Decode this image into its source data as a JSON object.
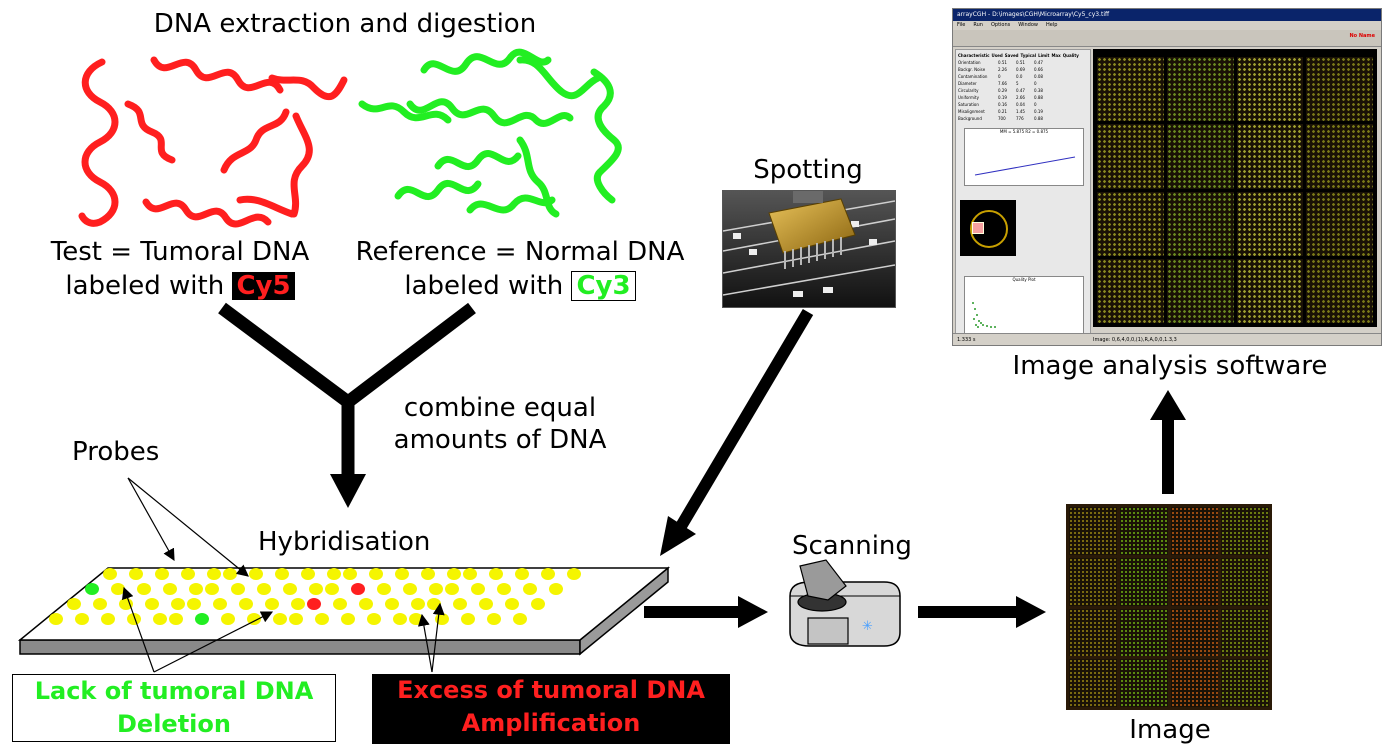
{
  "title": "DNA extraction and digestion",
  "test_label": {
    "line1": "Test = Tumoral DNA",
    "line2": "labeled with",
    "dye": "Cy5"
  },
  "reference_label": {
    "line1": "Reference = Normal DNA",
    "line2": "labeled with",
    "dye": "Cy3"
  },
  "combine": {
    "line1": "combine equal",
    "line2": "amounts of DNA"
  },
  "spotting": "Spotting",
  "software": {
    "caption": "Image analysis software",
    "window_title": "arrayCGH - D:\\images\\CGH\\Microarray\\Cy5_cy3.tiff",
    "menu": [
      "File",
      "Run",
      "Options",
      "Window",
      "Help"
    ],
    "no_name": "No Name",
    "plot_title": "MM = 5.875 R2 = 0.875",
    "quality_plot": "Quality Plot",
    "table_headers": [
      "Characteristic",
      "Used",
      "Saved",
      "Typical",
      "Limit",
      "Max",
      "Quality"
    ],
    "table_rows": [
      [
        "Orientation",
        "0.51",
        "0.51",
        "0.47"
      ],
      [
        "Backgr. Noise",
        "2.26",
        "0.69",
        "0.66"
      ],
      [
        "Contamination",
        "0",
        "0.0",
        "0.08"
      ],
      [
        "Diameter",
        "7.66",
        "5",
        "0"
      ],
      [
        "Circularity",
        "0.29",
        "0.47",
        "0.38"
      ],
      [
        "Uniformity",
        "0.19",
        "2.66",
        "0.88"
      ],
      [
        "Saturation",
        "0.16",
        "0.04",
        "0"
      ],
      [
        "Misalignment",
        "0.21",
        "1.45",
        "0.19"
      ],
      [
        "Background",
        "700",
        "776",
        "0.88"
      ]
    ],
    "status_left": "1.333 s",
    "status_right": "Image: 0,6,4,0,0,(1),R,A,0,0,1.3,3"
  },
  "probes": "Probes",
  "hybridisation": "Hybridisation",
  "scanning": "Scanning",
  "image_caption": "Image",
  "lack": {
    "line1": "Lack of tumoral DNA",
    "line2": "Deletion"
  },
  "excess": {
    "line1": "Excess of tumoral DNA",
    "line2": "Amplification"
  },
  "colors": {
    "test_red": "#ff1f1f",
    "reference_green": "#22ee22",
    "probe_yellow": "#f5f500",
    "arrow_black": "#000000"
  }
}
